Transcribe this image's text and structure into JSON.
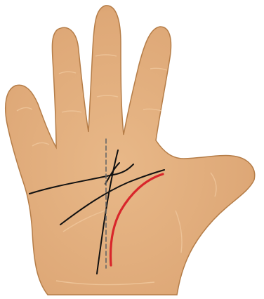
{
  "illustration": {
    "subject": "palm-of-hand",
    "colors": {
      "background": "#ffffff",
      "skin": "#e0ad7a",
      "skin_shadow": "#c98f5a",
      "outline": "#b57d48",
      "crease": "#e9bf92",
      "palm_lines": "#111111",
      "guide_line": "#666666",
      "highlight_line": "#d8262b"
    },
    "lines": [
      {
        "name": "heart-line",
        "style": "solid",
        "color": "palm_lines"
      },
      {
        "name": "head-line",
        "style": "solid",
        "color": "palm_lines"
      },
      {
        "name": "fate-line",
        "style": "solid",
        "color": "palm_lines"
      },
      {
        "name": "cross-line",
        "style": "solid",
        "color": "palm_lines"
      },
      {
        "name": "center-guide-line",
        "style": "dashed",
        "color": "guide_line"
      },
      {
        "name": "life-line",
        "style": "solid",
        "color": "highlight_line"
      }
    ]
  }
}
